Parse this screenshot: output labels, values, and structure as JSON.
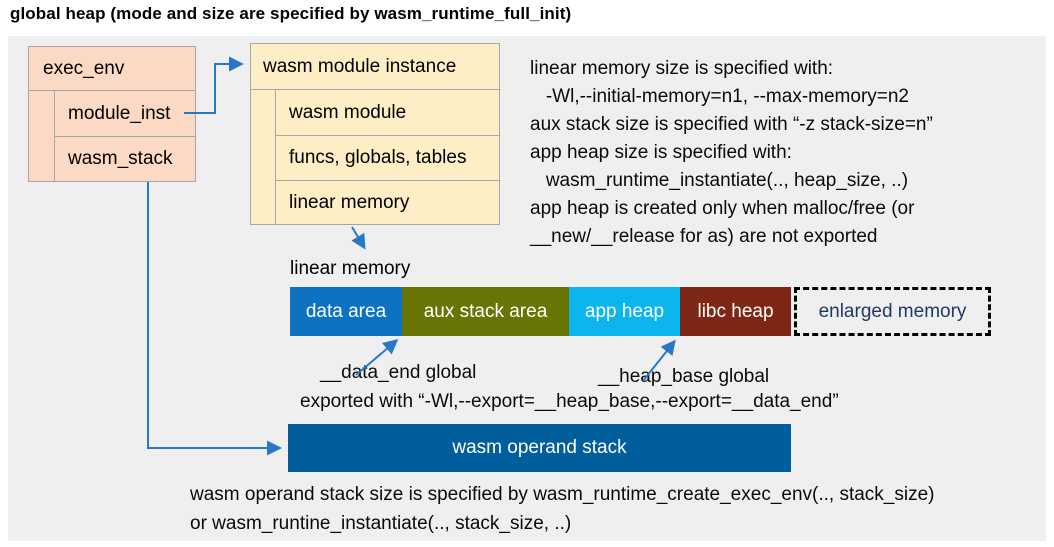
{
  "title": "global heap (mode and size are specified by wasm_runtime_full_init)",
  "exec_env": {
    "header": "exec_env",
    "rows": [
      "module_inst",
      "wasm_stack"
    ]
  },
  "module_instance": {
    "header": "wasm module instance",
    "rows": [
      "wasm module",
      "funcs, globals, tables",
      "linear memory"
    ]
  },
  "notes": {
    "lines": [
      "linear memory size is specified with:",
      "   -Wl,--initial-memory=n1, --max-memory=n2",
      "aux stack size is specified with “-z stack-size=n”",
      "app heap size is specified with:",
      "   wasm_runtime_instantiate(.., heap_size, ..)",
      "app heap is created only when malloc/free (or",
      "__new/__release for as) are not exported"
    ]
  },
  "linear_memory": {
    "label": "linear memory",
    "segments": [
      {
        "label": "data area",
        "color": "#0d72c2"
      },
      {
        "label": "aux stack area",
        "color": "#687404"
      },
      {
        "label": "app heap",
        "color": "#0cb5ed"
      },
      {
        "label": "libc heap",
        "color": "#7d2717"
      }
    ],
    "enlarged": {
      "label": "enlarged memory",
      "text_color": "#1f3864"
    }
  },
  "globals": {
    "data_end": "__data_end global",
    "heap_base": "__heap_base global",
    "exported": "exported with “-Wl,--export=__heap_base,--export=__data_end”"
  },
  "operand_stack": {
    "label": "wasm operand stack",
    "color": "#005e9d",
    "notes": [
      "wasm operand stack size is specified by wasm_runtime_create_exec_env(.., stack_size)",
      "or wasm_runtine_instantiate(.., stack_size, ..)"
    ]
  },
  "colors": {
    "panel_bg": "#f0efef",
    "exec_env_fill": "#fcd9c4",
    "module_instance_fill": "#fdeec6",
    "box_border": "#a6a6a6",
    "arrow_blue": "#2878c8",
    "enlarged_border": "#000000"
  }
}
